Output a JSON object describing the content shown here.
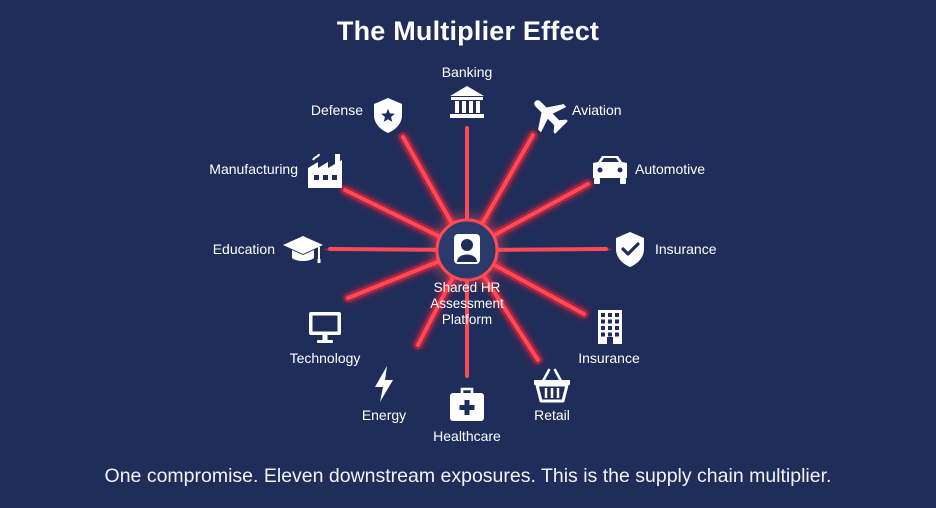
{
  "title": "The Multiplier Effect",
  "center": {
    "lines": [
      "Shared HR",
      "Assessment",
      "Platform"
    ],
    "icon": "user-icon"
  },
  "sectors": [
    {
      "id": "banking",
      "label": "Banking",
      "icon": "bank-icon"
    },
    {
      "id": "aviation",
      "label": "Aviation",
      "icon": "airplane-icon"
    },
    {
      "id": "automotive",
      "label": "Automotive",
      "icon": "car-icon"
    },
    {
      "id": "insurance-1",
      "label": "Insurance",
      "icon": "shield-check-icon"
    },
    {
      "id": "insurance-2",
      "label": "Insurance",
      "icon": "building-icon"
    },
    {
      "id": "retail",
      "label": "Retail",
      "icon": "basket-icon"
    },
    {
      "id": "healthcare",
      "label": "Healthcare",
      "icon": "medical-kit-icon"
    },
    {
      "id": "energy",
      "label": "Energy",
      "icon": "lightning-icon"
    },
    {
      "id": "technology",
      "label": "Technology",
      "icon": "monitor-icon"
    },
    {
      "id": "education",
      "label": "Education",
      "icon": "graduation-cap-icon"
    },
    {
      "id": "manufacturing",
      "label": "Manufacturing",
      "icon": "factory-icon"
    },
    {
      "id": "defense",
      "label": "Defense",
      "icon": "shield-star-icon"
    }
  ],
  "footer": "One compromise. Eleven downstream exposures. This is the supply chain multiplier.",
  "colors": {
    "background": "#1e2d5a",
    "line": "#ff4a55",
    "glow": "#ff2233",
    "hub": "#2a3a6a",
    "icon": "#ffffff"
  }
}
